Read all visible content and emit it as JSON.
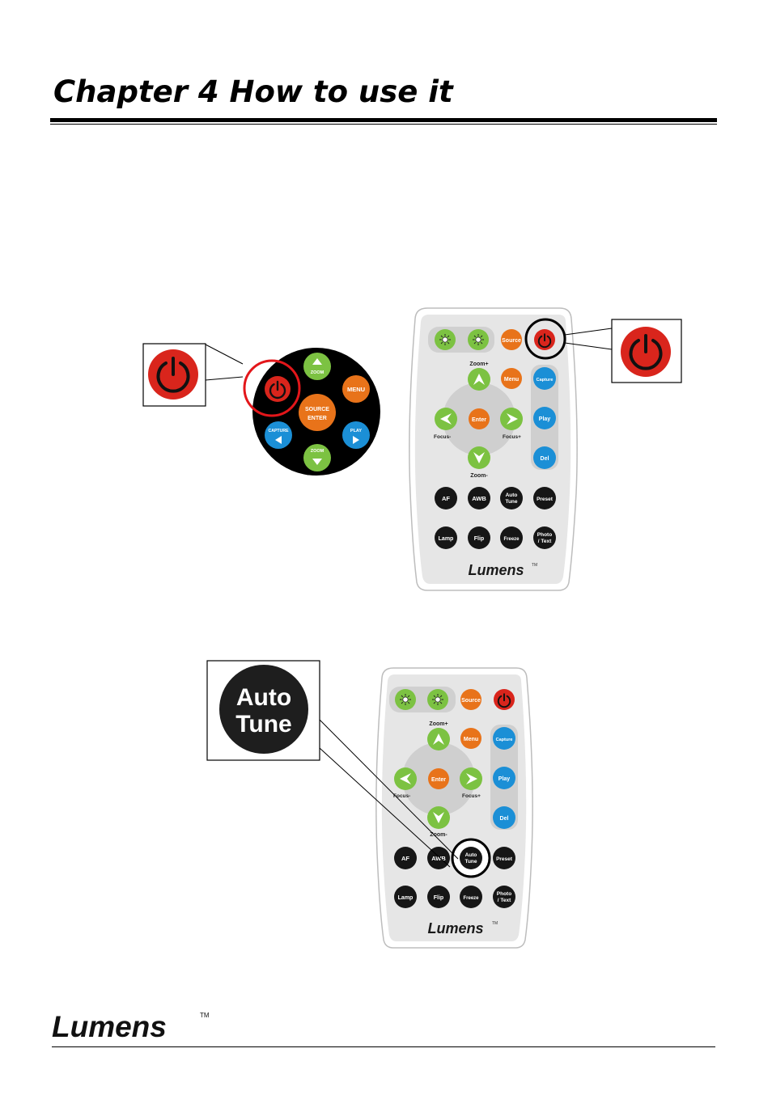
{
  "page": {
    "chapter_title": "Chapter 4 How to use it"
  },
  "colors": {
    "power_red": "#d9251c",
    "green": "#7cc242",
    "orange": "#e8731a",
    "blue": "#1b8fd6",
    "black_btn": "#161616",
    "remote_body": "#e6e6e6"
  },
  "panel": {
    "zoom_up": "ZOOM",
    "menu": "MENU",
    "source": "SOURCE",
    "enter": "ENTER",
    "capture": "CAPTURE",
    "play": "PLAY",
    "zoom_down": "ZOOM"
  },
  "remote": {
    "source": "Source",
    "zoom_plus": "Zoom+",
    "zoom_minus": "Zoom-",
    "menu": "Menu",
    "enter": "Enter",
    "focus_minus": "Focus-",
    "focus_plus": "Focus+",
    "capture": "Capture",
    "play": "Play",
    "del": "Del",
    "af": "AF",
    "awb": "AWB",
    "auto": "Auto",
    "tune": "Tune",
    "preset": "Preset",
    "lamp": "Lamp",
    "flip": "Flip",
    "freeze": "Freeze",
    "photo": "Photo",
    "text": "/ Text",
    "brand": "Lumens",
    "tm": "TM"
  },
  "callout": {
    "auto": "Auto",
    "tune": "Tune"
  },
  "footer": {
    "brand": "Lumens",
    "tm": "TM"
  }
}
